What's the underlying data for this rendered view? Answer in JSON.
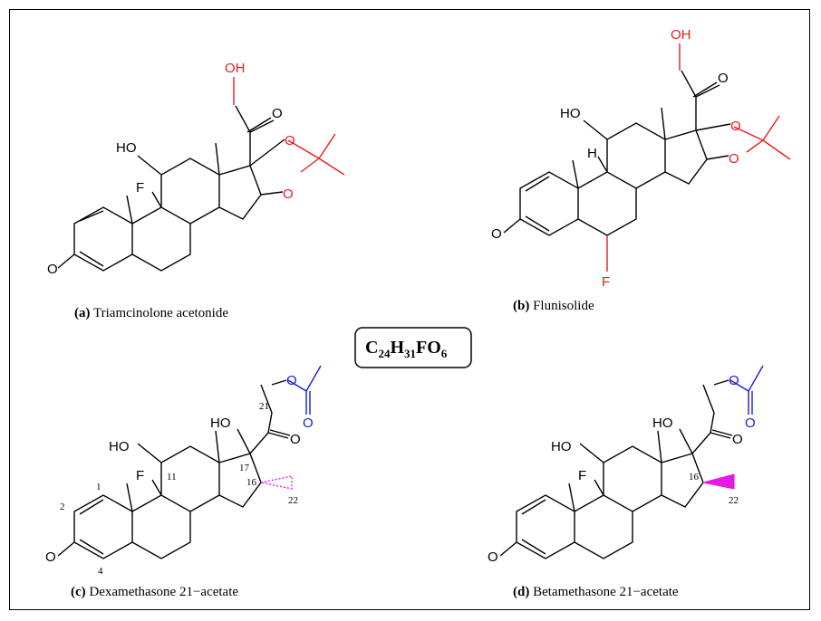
{
  "formula": {
    "c": "C",
    "c_n": "24",
    "h": "H",
    "h_n": "31",
    "rest": "FO",
    "o_n": "6"
  },
  "colors": {
    "bond": "#000000",
    "acetonide": "#e81c1c",
    "acetate": "#1a1adb",
    "methyl16": "#e619e6"
  },
  "atoms": {
    "oh": "OH",
    "ho": "HO",
    "o": "O",
    "f": "F",
    "h": "H"
  },
  "molecules": [
    {
      "id": "a",
      "letter": "(a)",
      "name": "Triamcinolone acetonide"
    },
    {
      "id": "b",
      "letter": "(b)",
      "name": "Flunisolide"
    },
    {
      "id": "c",
      "letter": "(c)",
      "name": "Dexamethasone 21−acetate"
    },
    {
      "id": "d",
      "letter": "(d)",
      "name": "Betamethasone 21−acetate"
    }
  ],
  "locants": {
    "c1": "1",
    "c2": "2",
    "c4": "4",
    "c11": "11",
    "c16": "16",
    "c17": "17",
    "c21": "21",
    "c22": "22"
  }
}
